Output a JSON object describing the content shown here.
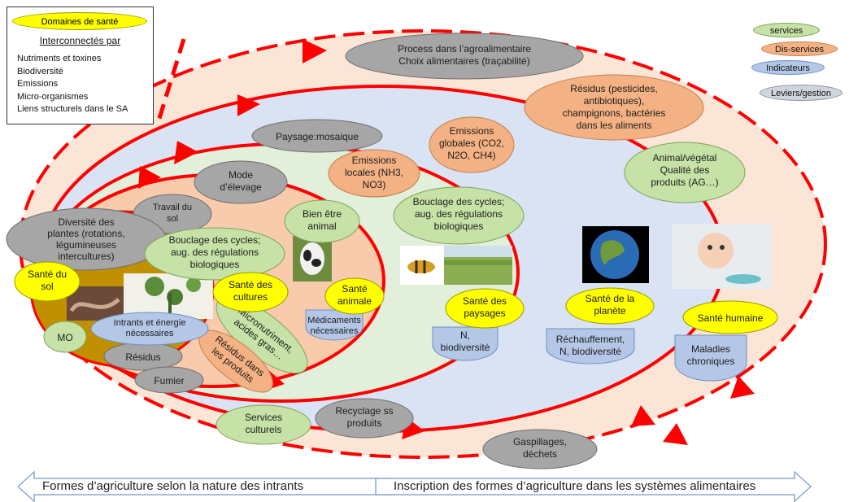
{
  "legend": {
    "domain_label": "Domaines de santé",
    "title": "Interconnectés par",
    "items": [
      "Nutriments et toxines",
      "Biodiversité",
      "Emissions",
      "Micro-organismes",
      "Liens structurels dans le SA"
    ]
  },
  "key": {
    "services": "services",
    "disservices": "Dis-services",
    "indicateurs": "Indicateurs",
    "leviers": "Leviers/gestion"
  },
  "nodes": {
    "process": [
      "Process dans l’agroalimentaire",
      "Choix alimentaires (traçabilité)"
    ],
    "residus_aliments": [
      "Résidus (pesticides,",
      "antibiotiques),",
      "champignons, bactéries",
      "dans les aliments"
    ],
    "paysage": [
      "Paysage:mosaique"
    ],
    "emissions_globales": [
      "Emissions",
      "globales (CO2,",
      "N2O, CH4)"
    ],
    "emissions_locales": [
      "Emissions",
      "locales (NH3,",
      "NO3)"
    ],
    "animal_vegetal": [
      "Animal/végétal",
      "Qualité des",
      "produits (AG…)"
    ],
    "mode_elevage": [
      "Mode",
      "d’élevage"
    ],
    "travail_sol": [
      "Travail du",
      "sol"
    ],
    "bien_etre": [
      "Bien être",
      "animal"
    ],
    "bouclage_outer": [
      "Bouclage des cycles;",
      "aug. des régulations",
      "biologiques"
    ],
    "diversite": [
      "Diversité des",
      "plantes (rotations,",
      "légumineuses",
      "intercultures)"
    ],
    "bouclage_inner": [
      "Bouclage des cycles;",
      "aug. des régulations",
      "biologiques"
    ],
    "sante_sol": [
      "Santé du",
      "sol"
    ],
    "sante_cultures": [
      "Santé des",
      "cultures"
    ],
    "sante_animale": [
      "Santé",
      "animale"
    ],
    "sante_paysages": [
      "Santé des",
      "paysages"
    ],
    "sante_planete": [
      "Santé de la",
      "planète"
    ],
    "sante_humaine": [
      "Santé humaine"
    ],
    "mo": [
      "MO"
    ],
    "intrants": [
      "Intrants et énergie",
      "nécessaires"
    ],
    "micronutriment": [
      "Micronutriment,",
      "acides gras…"
    ],
    "residus_produits": [
      "Résidus dans",
      "les produits"
    ],
    "medicaments": [
      "Médicaments",
      "nécessaires"
    ],
    "n_biodiv": [
      "N,",
      "biodiversité"
    ],
    "rechauffement": [
      "Réchauffement,",
      "N, biodiversité"
    ],
    "maladies": [
      "Maladies",
      "chroniques"
    ],
    "residus": [
      "Résidus"
    ],
    "fumier": [
      "Fumier"
    ],
    "services_culturels": [
      "Services",
      "culturels"
    ],
    "recyclage": [
      "Recyclage ss",
      "produits"
    ],
    "gaspillages": [
      "Gaspillages,",
      "déchets"
    ]
  },
  "bottom": {
    "left": "Formes d’agriculture selon la nature des intrants",
    "right": "Inscription des formes d’agriculture dans les systèmes alimentaires"
  },
  "colors": {
    "services": "#c6e2a6",
    "disservices": "#f4b183",
    "indicateurs": "#b4c7e7",
    "leviers": "#a6a6a6",
    "domaines": "#ffff00",
    "arrows": "#ff0000"
  }
}
